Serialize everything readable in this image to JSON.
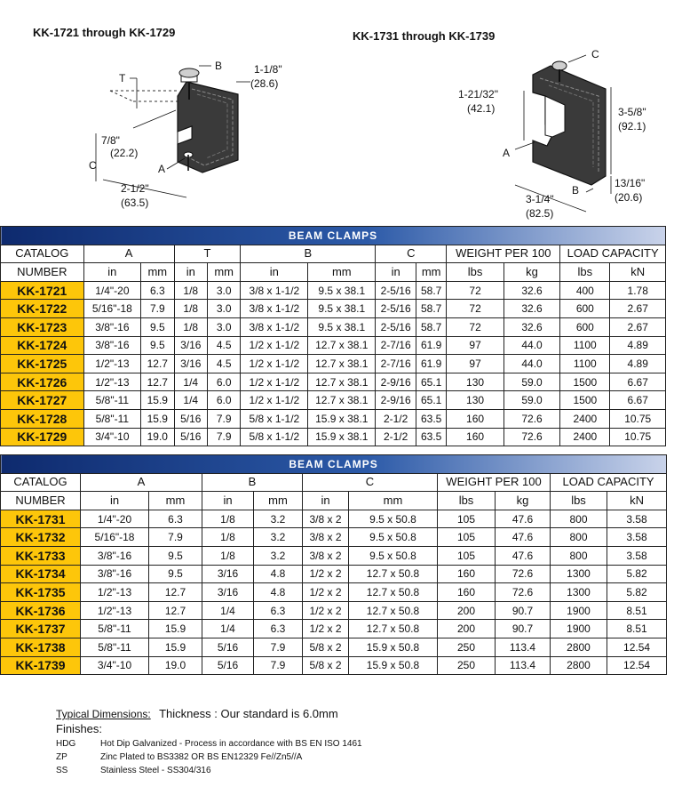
{
  "titles": {
    "left": "KK-1721 through KK-1729",
    "right": "KK-1731 through KK-1739"
  },
  "diagram_left": {
    "labels": {
      "b": "B",
      "t": "T",
      "a": "A",
      "c": "C",
      "dim_top_in": "1-1/8\"",
      "dim_top_mm": "(28.6)",
      "dim_mid_in": "7/8\"",
      "dim_mid_mm": "(22.2)",
      "dim_bot_in": "2-1/2\"",
      "dim_bot_mm": "(63.5)"
    }
  },
  "diagram_right": {
    "labels": {
      "c": "C",
      "a": "A",
      "b": "B",
      "dim_left_in": "1-21/32\"",
      "dim_left_mm": "(42.1)",
      "dim_right_in": "3-5/8\"",
      "dim_right_mm": "(92.1)",
      "dim_br_in": "13/16\"",
      "dim_br_mm": "(20.6)",
      "dim_bot_in": "3-1/4\"",
      "dim_bot_mm": "(82.5)"
    }
  },
  "table_a": {
    "banner": "BEAM CLAMPS",
    "header1": {
      "catalog": "CATALOG",
      "a": "A",
      "t": "T",
      "b": "B",
      "c": "C",
      "weight": "WEIGHT PER 100",
      "load": "LOAD CAPACITY"
    },
    "header2": {
      "number": "NUMBER",
      "a_in": "in",
      "a_mm": "mm",
      "t_in": "in",
      "t_mm": "mm",
      "b_in": "in",
      "b_mm": "mm",
      "c_in": "in",
      "c_mm": "mm",
      "w_lbs": "lbs",
      "w_kg": "kg",
      "l_lbs": "lbs",
      "l_kn": "kN"
    },
    "rows": [
      [
        "KK-1721",
        "1/4\"-20",
        "6.3",
        "1/8",
        "3.0",
        "3/8 x 1-1/2",
        "9.5 x 38.1",
        "2-5/16",
        "58.7",
        "72",
        "32.6",
        "400",
        "1.78"
      ],
      [
        "KK-1722",
        "5/16\"-18",
        "7.9",
        "1/8",
        "3.0",
        "3/8 x 1-1/2",
        "9.5 x 38.1",
        "2-5/16",
        "58.7",
        "72",
        "32.6",
        "600",
        "2.67"
      ],
      [
        "KK-1723",
        "3/8\"-16",
        "9.5",
        "1/8",
        "3.0",
        "3/8 x 1-1/2",
        "9.5 x 38.1",
        "2-5/16",
        "58.7",
        "72",
        "32.6",
        "600",
        "2.67"
      ],
      [
        "KK-1724",
        "3/8\"-16",
        "9.5",
        "3/16",
        "4.5",
        "1/2 x 1-1/2",
        "12.7 x 38.1",
        "2-7/16",
        "61.9",
        "97",
        "44.0",
        "1100",
        "4.89"
      ],
      [
        "KK-1725",
        "1/2\"-13",
        "12.7",
        "3/16",
        "4.5",
        "1/2 x 1-1/2",
        "12.7 x 38.1",
        "2-7/16",
        "61.9",
        "97",
        "44.0",
        "1100",
        "4.89"
      ],
      [
        "KK-1726",
        "1/2\"-13",
        "12.7",
        "1/4",
        "6.0",
        "1/2 x 1-1/2",
        "12.7 x 38.1",
        "2-9/16",
        "65.1",
        "130",
        "59.0",
        "1500",
        "6.67"
      ],
      [
        "KK-1727",
        "5/8\"-11",
        "15.9",
        "1/4",
        "6.0",
        "1/2 x 1-1/2",
        "12.7 x 38.1",
        "2-9/16",
        "65.1",
        "130",
        "59.0",
        "1500",
        "6.67"
      ],
      [
        "KK-1728",
        "5/8\"-11",
        "15.9",
        "5/16",
        "7.9",
        "5/8 x 1-1/2",
        "15.9 x 38.1",
        "2-1/2",
        "63.5",
        "160",
        "72.6",
        "2400",
        "10.75"
      ],
      [
        "KK-1729",
        "3/4\"-10",
        "19.0",
        "5/16",
        "7.9",
        "5/8 x 1-1/2",
        "15.9 x 38.1",
        "2-1/2",
        "63.5",
        "160",
        "72.6",
        "2400",
        "10.75"
      ]
    ]
  },
  "table_b": {
    "banner": "BEAM CLAMPS",
    "header1": {
      "catalog": "CATALOG",
      "a": "A",
      "b": "B",
      "c": "C",
      "weight": "WEIGHT PER 100",
      "load": "LOAD CAPACITY"
    },
    "header2": {
      "number": "NUMBER",
      "a_in": "in",
      "a_mm": "mm",
      "b_in": "in",
      "b_mm": "mm",
      "c_in": "in",
      "c_mm": "mm",
      "w_lbs": "lbs",
      "w_kg": "kg",
      "l_lbs": "lbs",
      "l_kn": "kN"
    },
    "rows": [
      [
        "KK-1731",
        "1/4\"-20",
        "6.3",
        "1/8",
        "3.2",
        "3/8 x 2",
        "9.5 x 50.8",
        "105",
        "47.6",
        "800",
        "3.58"
      ],
      [
        "KK-1732",
        "5/16\"-18",
        "7.9",
        "1/8",
        "3.2",
        "3/8 x 2",
        "9.5 x 50.8",
        "105",
        "47.6",
        "800",
        "3.58"
      ],
      [
        "KK-1733",
        "3/8\"-16",
        "9.5",
        "1/8",
        "3.2",
        "3/8 x 2",
        "9.5 x 50.8",
        "105",
        "47.6",
        "800",
        "3.58"
      ],
      [
        "KK-1734",
        "3/8\"-16",
        "9.5",
        "3/16",
        "4.8",
        "1/2 x 2",
        "12.7 x 50.8",
        "160",
        "72.6",
        "1300",
        "5.82"
      ],
      [
        "KK-1735",
        "1/2\"-13",
        "12.7",
        "3/16",
        "4.8",
        "1/2 x 2",
        "12.7 x 50.8",
        "160",
        "72.6",
        "1300",
        "5.82"
      ],
      [
        "KK-1736",
        "1/2\"-13",
        "12.7",
        "1/4",
        "6.3",
        "1/2 x 2",
        "12.7 x 50.8",
        "200",
        "90.7",
        "1900",
        "8.51"
      ],
      [
        "KK-1737",
        "5/8\"-11",
        "15.9",
        "1/4",
        "6.3",
        "1/2 x 2",
        "12.7 x 50.8",
        "200",
        "90.7",
        "1900",
        "8.51"
      ],
      [
        "KK-1738",
        "5/8\"-11",
        "15.9",
        "5/16",
        "7.9",
        "5/8 x 2",
        "15.9 x 50.8",
        "250",
        "113.4",
        "2800",
        "12.54"
      ],
      [
        "KK-1739",
        "3/4\"-10",
        "19.0",
        "5/16",
        "7.9",
        "5/8 x 2",
        "15.9 x 50.8",
        "250",
        "113.4",
        "2800",
        "12.54"
      ]
    ]
  },
  "notes": {
    "typical_label": "Typical Dimensions:",
    "typical_text": "Thickness : Our standard is 6.0mm",
    "finishes_label": "Finishes:",
    "finishes": [
      {
        "code": "HDG",
        "desc": "Hot Dip Galvanized - Process in accordance with BS EN ISO 1461"
      },
      {
        "code": "ZP",
        "desc": "Zinc Plated to BS3382 OR BS EN12329 Fe//Zn5//A"
      },
      {
        "code": "SS",
        "desc": "Stainless Steel - SS304/316"
      }
    ]
  },
  "colors": {
    "catalog_cell": "#fdc60a",
    "banner_dark": "#0e2a6e",
    "banner_light": "#c9d3ea"
  }
}
